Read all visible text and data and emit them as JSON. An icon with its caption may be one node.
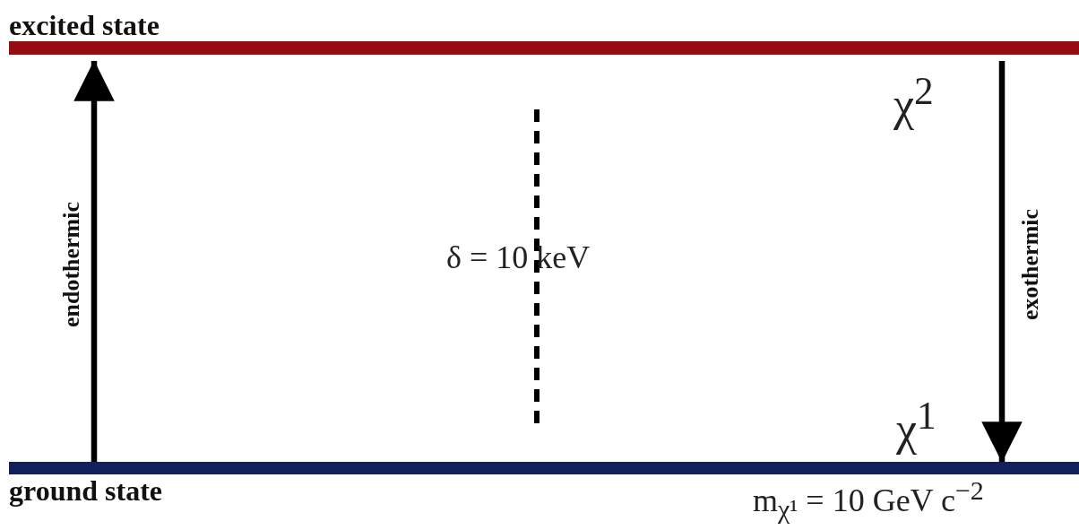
{
  "diagram": {
    "nodes": [
      {
        "text": [
          "excited state"
        ]
      },
      {
        "text": [
          "ground state"
        ]
      }
    ],
    "edges": [
      {
        "from": 1,
        "to": 0,
        "arrow": "to",
        "label": "endothermic"
      },
      {
        "from": 0,
        "to": 1,
        "arrow": "to",
        "label": "exothermic"
      }
    ],
    "labels": [
      "χ$^{2}$",
      "δ = 10 keV",
      "χ$^{1}$",
      "m$_{χ¹}$ = 10 GeV c$^{−2}$"
    ]
  }
}
